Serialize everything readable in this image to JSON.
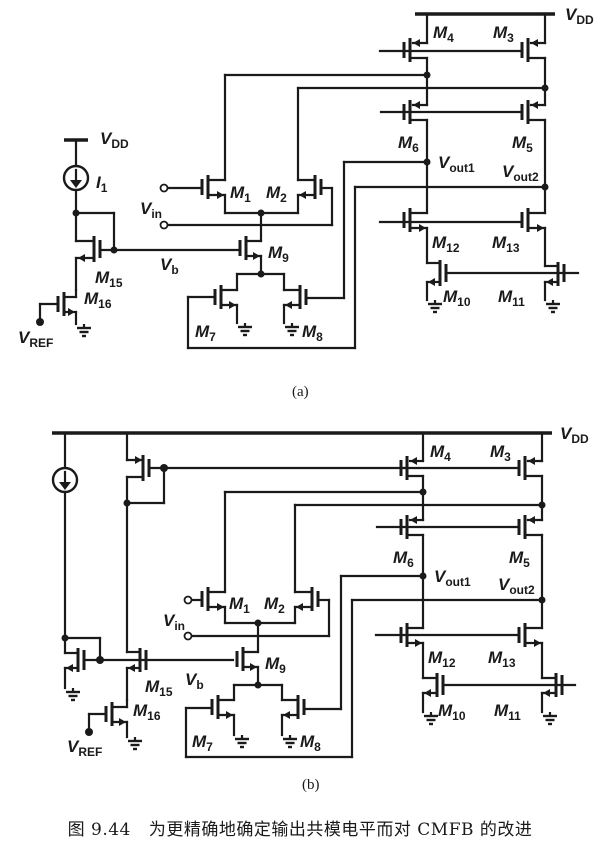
{
  "figure": {
    "number": "图 9.44",
    "caption": "为更精确地确定输出共模电平而对 CMFB 的改进"
  },
  "circuit_a": {
    "sublabel": "(a)",
    "supply": "V",
    "supply_sub": "DD",
    "supply_left": "V",
    "supply_left_sub": "DD",
    "current_source": "I",
    "current_source_sub": "1",
    "vin": "V",
    "vin_sub": "in",
    "vb": "V",
    "vb_sub": "b",
    "vref": "V",
    "vref_sub": "REF",
    "vout1": "V",
    "vout1_sub": "out1",
    "vout2": "V",
    "vout2_sub": "out2",
    "transistors": [
      {
        "name": "M",
        "sub": "1"
      },
      {
        "name": "M",
        "sub": "2"
      },
      {
        "name": "M",
        "sub": "3"
      },
      {
        "name": "M",
        "sub": "4"
      },
      {
        "name": "M",
        "sub": "5"
      },
      {
        "name": "M",
        "sub": "6"
      },
      {
        "name": "M",
        "sub": "7"
      },
      {
        "name": "M",
        "sub": "8"
      },
      {
        "name": "M",
        "sub": "9"
      },
      {
        "name": "M",
        "sub": "10"
      },
      {
        "name": "M",
        "sub": "11"
      },
      {
        "name": "M",
        "sub": "12"
      },
      {
        "name": "M",
        "sub": "13"
      },
      {
        "name": "M",
        "sub": "15"
      },
      {
        "name": "M",
        "sub": "16"
      }
    ]
  },
  "circuit_b": {
    "sublabel": "(b)",
    "supply": "V",
    "supply_sub": "DD",
    "vin": "V",
    "vin_sub": "in",
    "vb": "V",
    "vb_sub": "b",
    "vref": "V",
    "vref_sub": "REF",
    "vout1": "V",
    "vout1_sub": "out1",
    "vout2": "V",
    "vout2_sub": "out2",
    "transistors": [
      {
        "name": "M",
        "sub": "1"
      },
      {
        "name": "M",
        "sub": "2"
      },
      {
        "name": "M",
        "sub": "3"
      },
      {
        "name": "M",
        "sub": "4"
      },
      {
        "name": "M",
        "sub": "5"
      },
      {
        "name": "M",
        "sub": "6"
      },
      {
        "name": "M",
        "sub": "7"
      },
      {
        "name": "M",
        "sub": "8"
      },
      {
        "name": "M",
        "sub": "9"
      },
      {
        "name": "M",
        "sub": "10"
      },
      {
        "name": "M",
        "sub": "11"
      },
      {
        "name": "M",
        "sub": "12"
      },
      {
        "name": "M",
        "sub": "13"
      },
      {
        "name": "M",
        "sub": "15"
      },
      {
        "name": "M",
        "sub": "16"
      }
    ]
  }
}
